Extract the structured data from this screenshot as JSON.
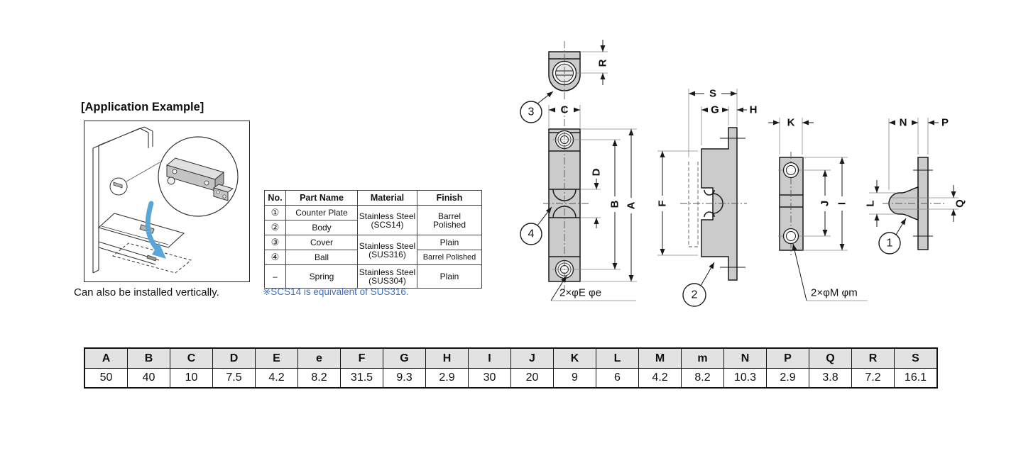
{
  "application_example": {
    "title": "[Application Example]",
    "caption": "Can also be installed vertically."
  },
  "parts_table": {
    "headers": [
      "No.",
      "Part Name",
      "Material",
      "Finish"
    ],
    "col_no": [
      "①",
      "②",
      "③",
      "④",
      "–"
    ],
    "col_part": [
      "Counter Plate",
      "Body",
      "Cover",
      "Ball",
      "Spring"
    ],
    "materials": {
      "scs14_l1": "Stainless Steel",
      "scs14_l2": "(SCS14)",
      "sus316_l1": "Stainless Steel",
      "sus316_l2": "(SUS316)",
      "sus304_l1": "Stainless Steel",
      "sus304_l2": "(SUS304)"
    },
    "finishes": {
      "barrel_l1": "Barrel",
      "barrel_l2": "Polished",
      "plain1": "Plain",
      "barrel_polished": "Barrel Polished",
      "plain2": "Plain"
    },
    "note": "※SCS14 is equivalent of SUS316."
  },
  "drawings": {
    "dims": {
      "A": "A",
      "B": "B",
      "C": "C",
      "D": "D",
      "F": "F",
      "G": "G",
      "H": "H",
      "I": "I",
      "J": "J",
      "K": "K",
      "L": "L",
      "N": "N",
      "P": "P",
      "Q": "Q",
      "R": "R",
      "S": "S"
    },
    "callouts": {
      "c1": "1",
      "c2": "2",
      "c3": "3",
      "c4": "4"
    },
    "hole_label_body": "2×φE φe",
    "hole_label_plate": "2×φM φm"
  },
  "dimension_table": {
    "headers": [
      "A",
      "B",
      "C",
      "D",
      "E",
      "e",
      "F",
      "G",
      "H",
      "I",
      "J",
      "K",
      "L",
      "M",
      "m",
      "N",
      "P",
      "Q",
      "R",
      "S"
    ],
    "values": [
      "50",
      "40",
      "10",
      "7.5",
      "4.2",
      "8.2",
      "31.5",
      "9.3",
      "2.9",
      "30",
      "20",
      "9",
      "6",
      "4.2",
      "8.2",
      "10.3",
      "2.9",
      "3.8",
      "7.2",
      "16.1"
    ]
  },
  "colors": {
    "note_blue": "#3e6fc4",
    "arrow_blue": "#59a7d8",
    "drawing_fill": "#cbcbcb",
    "table_header_bg": "#e2e2e2"
  }
}
